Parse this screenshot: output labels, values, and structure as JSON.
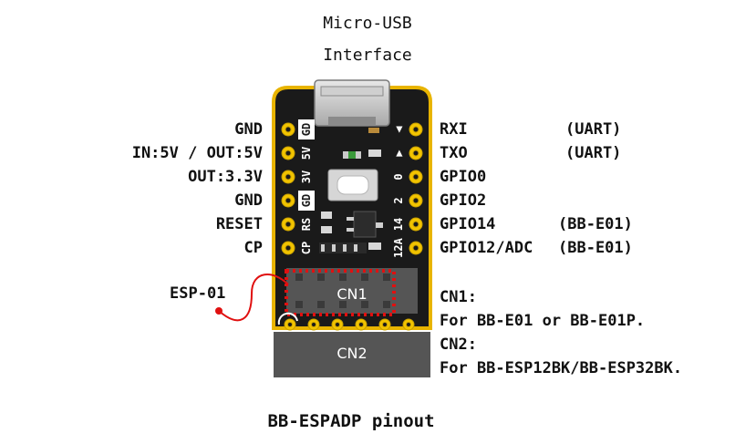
{
  "interface_label": [
    "Micro-USB",
    "Interface"
  ],
  "left_pins": [
    "GND",
    "IN:5V / OUT:5V",
    "OUT:3.3V",
    "GND",
    "RESET",
    "CP"
  ],
  "right_pins": [
    {
      "name": "RXI",
      "note": "(UART)"
    },
    {
      "name": "TXO",
      "note": "(UART)"
    },
    {
      "name": "GPIO0",
      "note": ""
    },
    {
      "name": "GPIO2",
      "note": ""
    },
    {
      "name": "GPIO14",
      "note": "(BB-E01)"
    },
    {
      "name": "GPIO12/ADC",
      "note": "(BB-E01)"
    }
  ],
  "board_left_marks": [
    "GD",
    "5V",
    "3V",
    "GD",
    "RS",
    "CP"
  ],
  "board_right_marks": [
    "◀",
    "▶",
    "0",
    "2",
    "14",
    "12A"
  ],
  "cn1_label": "CN1",
  "cn2_label": "CN2",
  "esp_label": "ESP-01",
  "cn_notes": [
    "CN1:",
    "For BB-E01 or BB-E01P.",
    "CN2:",
    "For BB-ESP12BK/BB-ESP32BK."
  ],
  "caption": "BB-ESPADP pinout",
  "colors": {
    "board": "#1a1a1a",
    "border": "#e8b400",
    "pad": "#f2c400",
    "header": "#555555",
    "highlight": "#e01010"
  }
}
